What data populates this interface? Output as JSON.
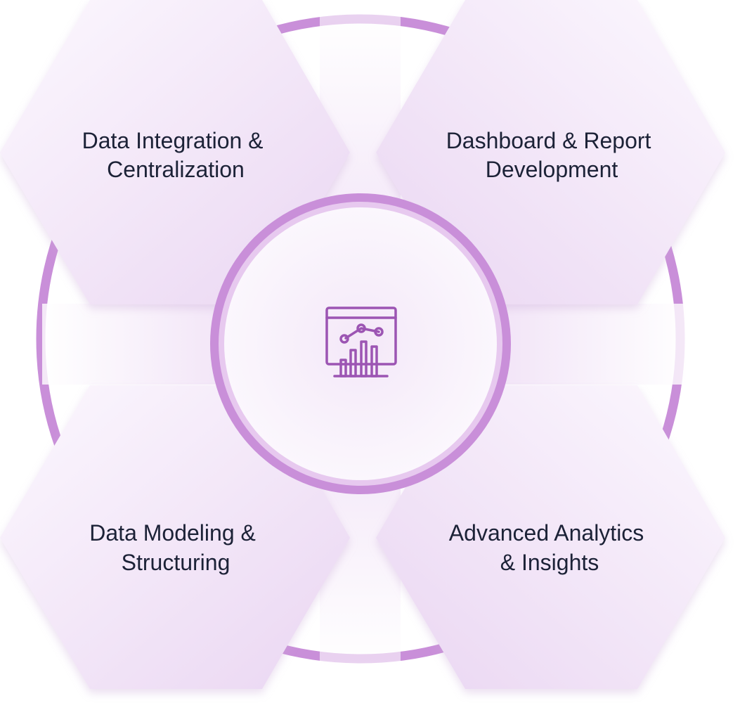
{
  "diagram": {
    "center": {
      "icon": "analytics-dashboard-icon"
    },
    "hexagons": [
      {
        "id": "top-left",
        "lines": [
          "Data Integration &",
          "Centralization"
        ]
      },
      {
        "id": "top-right",
        "lines": [
          "Dashboard & Report",
          "Development"
        ]
      },
      {
        "id": "bottom-left",
        "lines": [
          "Data Modeling &",
          "Structuring"
        ]
      },
      {
        "id": "bottom-right",
        "lines": [
          "Advanced Analytics",
          "& Insights"
        ]
      }
    ]
  },
  "colors": {
    "ring": "#c98fd9",
    "center_outer": "#c98fd9",
    "center_inner": "#e7c9ef",
    "icon": "#9c55b3",
    "hex_light": "#fbf6fd",
    "hex_dark": "#ebd9f3",
    "text": "#1c2237"
  }
}
